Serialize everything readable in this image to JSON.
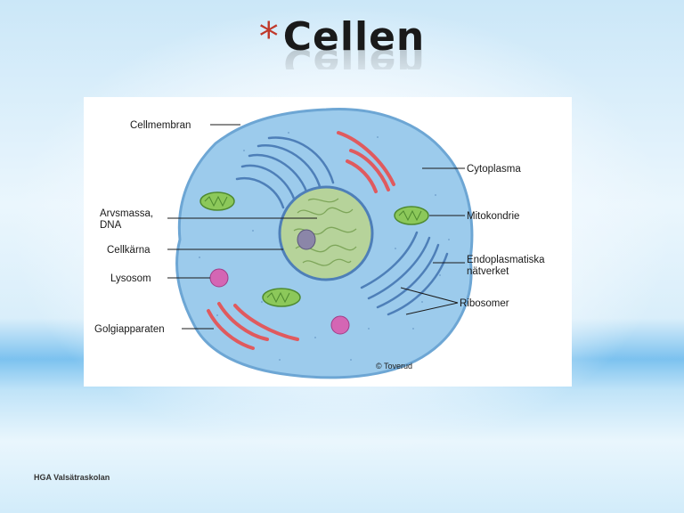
{
  "slide": {
    "title_mark": "*",
    "title": "Cellen",
    "footer": "HGA Valsätraskolan"
  },
  "diagram": {
    "labels": {
      "cellmembran": "Cellmembran",
      "cytoplasma": "Cytoplasma",
      "arvsmassa_1": "Arvsmassa,",
      "arvsmassa_2": "DNA",
      "mitokondrie": "Mitokondrie",
      "cellkarna": "Cellkärna",
      "endoplasmatiska_1": "Endoplasmatiska",
      "endoplasmatiska_2": "nätverket",
      "lysosom": "Lysosom",
      "ribosomer": "Ribosomer",
      "golgiapparaten": "Golgiapparaten",
      "copyright": "© Toverud"
    },
    "colors": {
      "cytoplasm": "#9ccbec",
      "membrane": "#6da6d4",
      "nucleus": "#b6d39a",
      "golgi": "#e05a5e",
      "mitochondria": "#8cc85a",
      "lysosome": "#d466b4",
      "er": "#4e7fb8"
    }
  }
}
